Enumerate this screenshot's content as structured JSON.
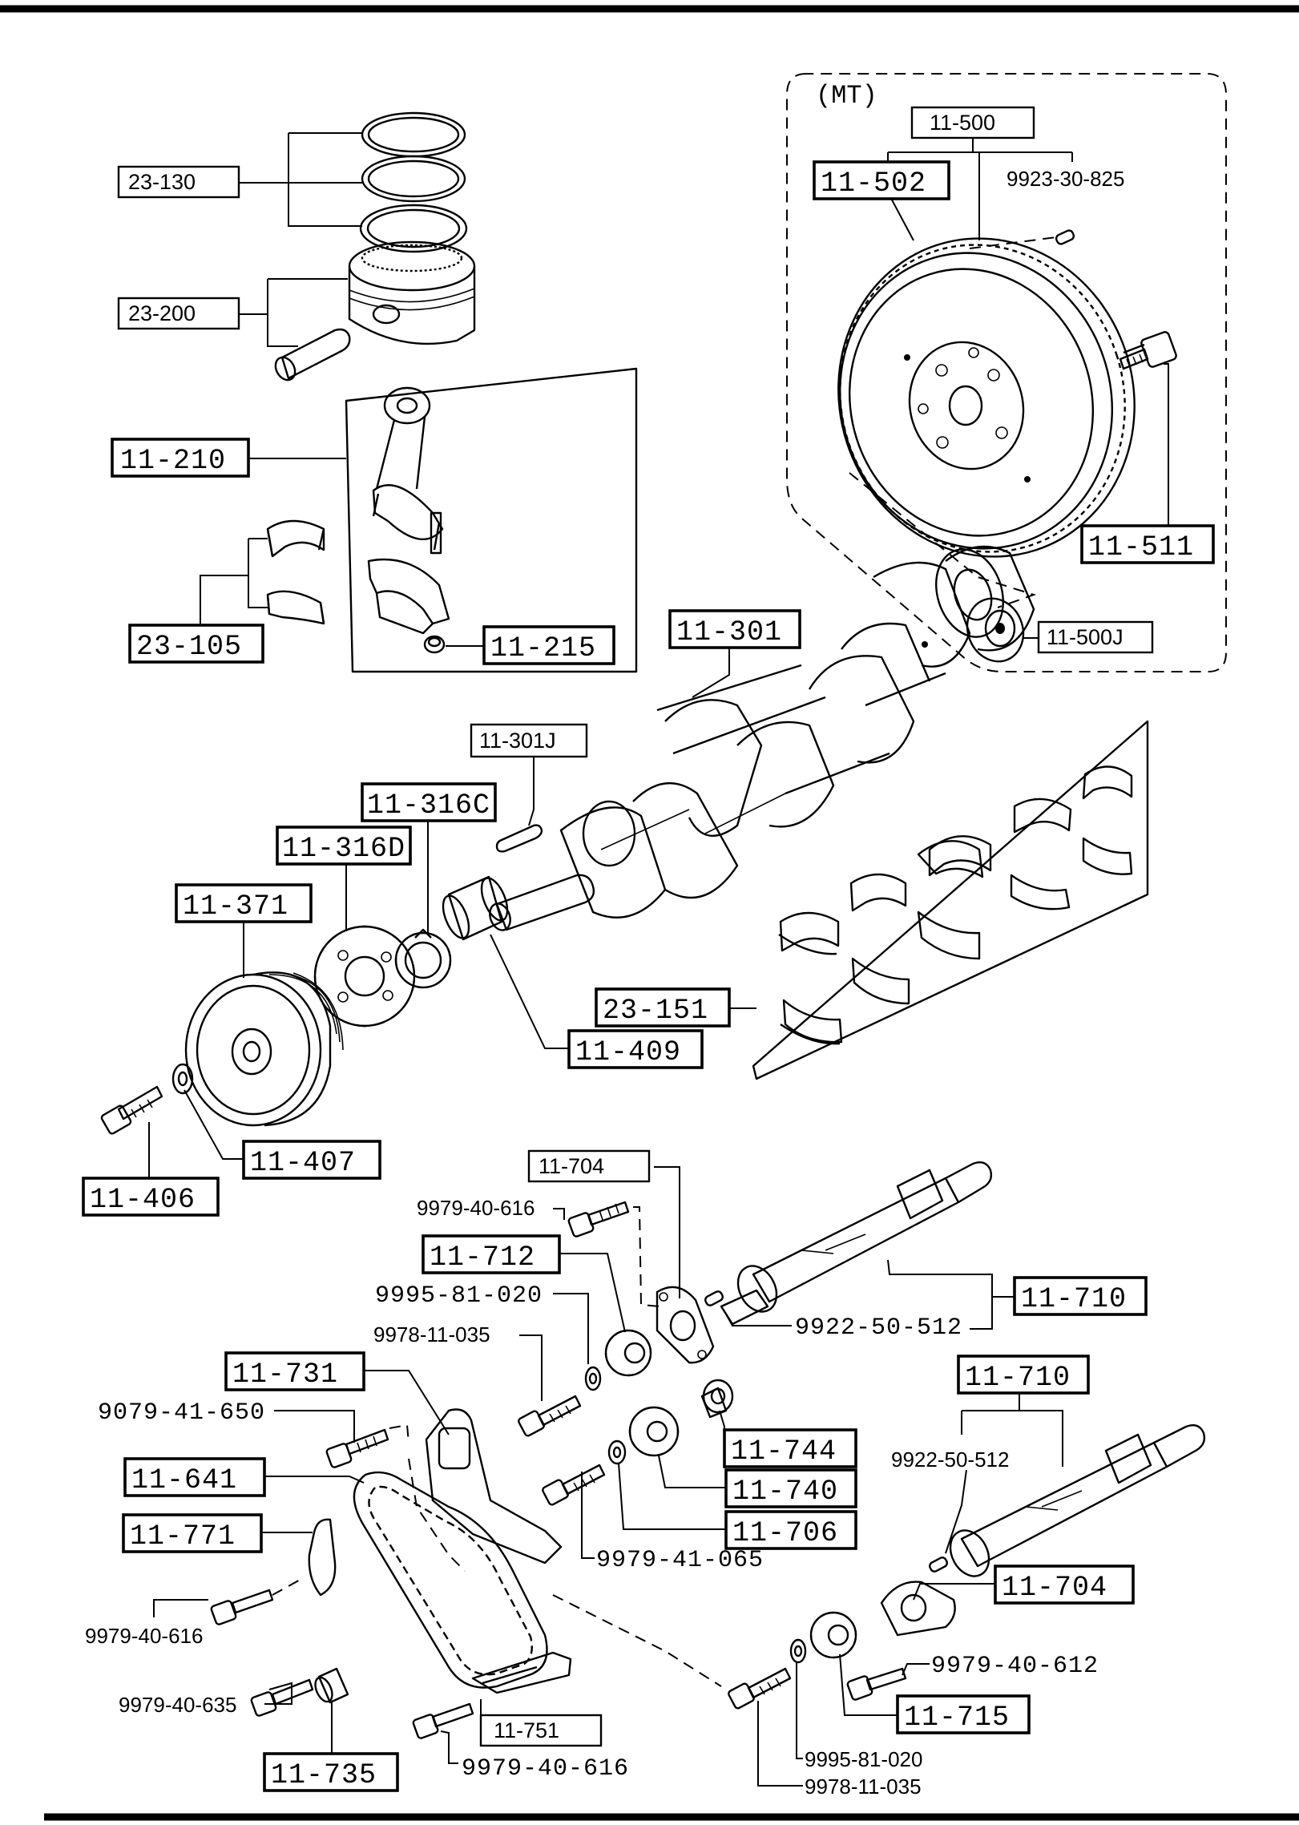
{
  "variant_label": "(MT)",
  "labels": {
    "l23_130": "23-130",
    "l23_200": "23-200",
    "l11_210": "11-210",
    "l23_105": "23-105",
    "l11_215": "11-215",
    "l11_500": "11-500",
    "l11_502": "11-502",
    "l9923_30_825": "9923-30-825",
    "l11_511": "11-511",
    "l11_500J": "11-500J",
    "l11_301": "11-301",
    "l11_301J": "11-301J",
    "l11_316C": "11-316C",
    "l11_316D": "11-316D",
    "l11_371": "11-371",
    "l23_151": "23-151",
    "l11_409": "11-409",
    "l11_407": "11-407",
    "l11_406": "11-406",
    "l11_704a": "11-704",
    "l9979_40_616a": "9979-40-616",
    "l11_712": "11-712",
    "l9995_81_020a": "9995-81-020",
    "l9978_11_035a": "9978-11-035",
    "l11_710a": "11-710",
    "l9922_50_512a": "9922-50-512",
    "l11_731": "11-731",
    "l9079_41_650": "9079-41-650",
    "l11_710b": "11-710",
    "l11_744": "11-744",
    "l9922_50_512b": "9922-50-512",
    "l11_641": "11-641",
    "l11_740": "11-740",
    "l11_771": "11-771",
    "l11_706": "11-706",
    "l9979_41_065": "9979-41-065",
    "l11_704b": "11-704",
    "l9979_40_616b": "9979-40-616",
    "l9979_40_612": "9979-40-612",
    "l9979_40_635": "9979-40-635",
    "l11_715": "11-715",
    "l11_751": "11-751",
    "l11_735": "11-735",
    "l9995_81_020b": "9995-81-020",
    "l9979_40_616c": "9979-40-616",
    "l9978_11_035b": "9978-11-035"
  }
}
